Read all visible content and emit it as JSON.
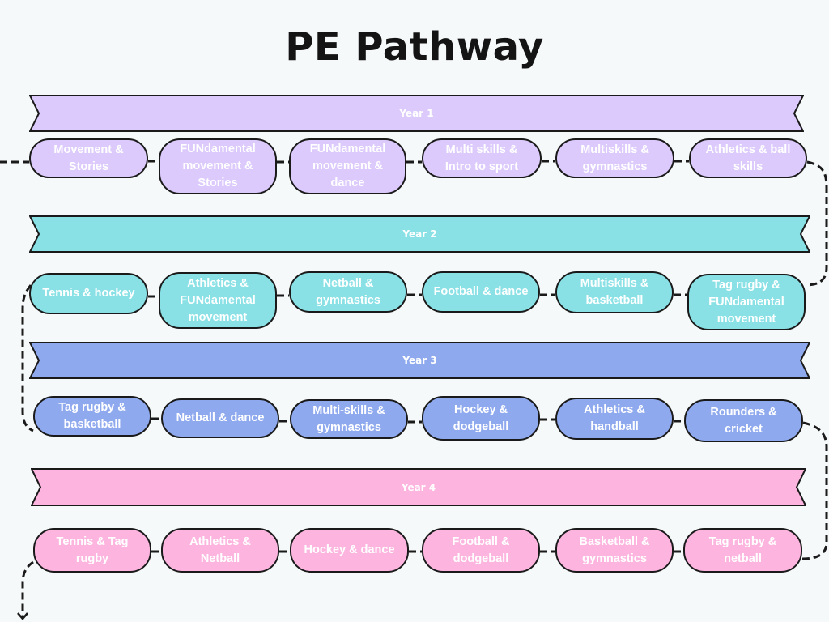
{
  "title": "PE Pathway",
  "colors": {
    "year1": "#dccafc",
    "year2": "#89e1e6",
    "year3": "#8fa9ee",
    "year4": "#fdb5e0",
    "outline": "#1a1a1a",
    "background": "#f6f9fa"
  },
  "years": [
    {
      "label": "Year 1",
      "color_key": "year1",
      "units": [
        "Movement &\nStories",
        "FUNdamental\nmovement &\nStories",
        "FUNdamental\nmovement &\ndance",
        "Multi skills &\nIntro to sport",
        "Multiskills &\ngymnastics",
        "Athletics & ball\nskills"
      ]
    },
    {
      "label": "Year 2",
      "color_key": "year2",
      "units": [
        "Tennis & hockey",
        "Athletics &\nFUNdamental\nmovement",
        "Netball &\ngymnastics",
        "Football & dance",
        "Multiskills &\nbasketball",
        "Tag rugby &\nFUNdamental\nmovement"
      ]
    },
    {
      "label": "Year 3",
      "color_key": "year3",
      "units": [
        "Tag rugby &\nbasketball",
        "Netball & dance",
        "Multi-skills &\ngymnastics",
        "Hockey &\ndodgeball",
        "Athletics &\nhandball",
        "Rounders &\ncricket"
      ]
    },
    {
      "label": "Year 4",
      "color_key": "year4",
      "units": [
        "Tennis & Tag\nrugby",
        "Athletics &\nNetball",
        "Hockey & dance",
        "Football &\ndodgeball",
        "Basketball &\ngymnastics",
        "Tag rugby &\nnetball"
      ]
    }
  ]
}
